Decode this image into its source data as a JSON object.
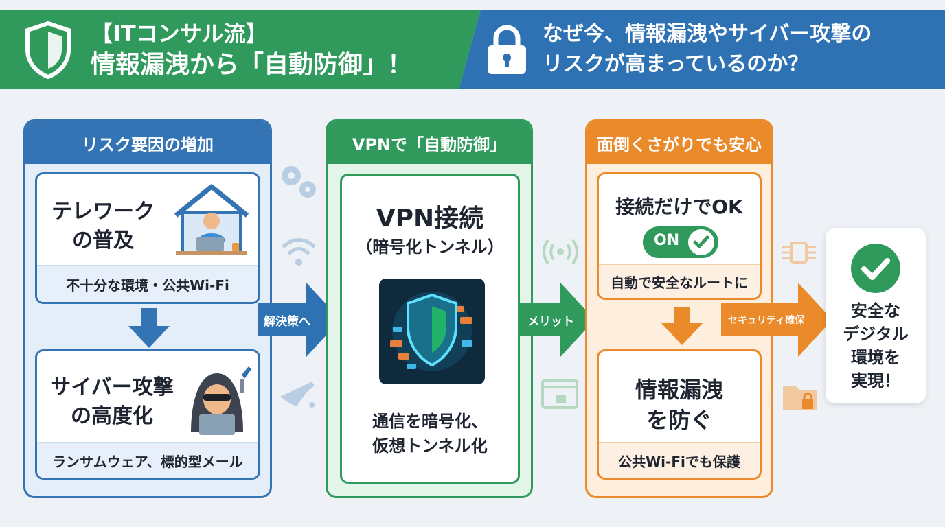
{
  "header": {
    "left_title_line1": "【ITコンサル流】",
    "left_title_line2": "情報漏洩から「自動防御」！",
    "right_title_line1": "なぜ今、情報漏洩やサイバー攻撃の",
    "right_title_line2": "リスクが高まっているのか？",
    "green": "#2f9a5c",
    "blue": "#2f72b4"
  },
  "risk_panel": {
    "title": "リスク要因の増加",
    "card1": {
      "line1": "テレワーク",
      "line2": "の普及",
      "caption": "不十分な環境・公共Wi-Fi",
      "icon": "remote-work-house-icon"
    },
    "card2": {
      "line1": "サイバー攻撃",
      "line2": "の高度化",
      "caption": "ランサムウェア、標的型メール",
      "icon": "hacker-icon"
    }
  },
  "vpn_panel": {
    "title": "VPNで「自動防御」",
    "heading": "VPN接続",
    "subheading": "（暗号化トンネル）",
    "desc_line1": "通信を暗号化、",
    "desc_line2": "仮想トンネル化",
    "icon": "vpn-shield-tunnel-icon"
  },
  "easy_panel": {
    "title": "面倒くさがりでも安心",
    "card1": {
      "heading": "接続だけでOK",
      "toggle_label": "ON",
      "caption": "自動で安全なルートに"
    },
    "card2": {
      "line1": "情報漏洩",
      "line2": "を防ぐ",
      "caption": "公共Wi-Fiでも保護"
    }
  },
  "arrows": {
    "to_vpn": "解決策へ",
    "to_easy": "メリット",
    "to_result": "セキュリティ確保"
  },
  "result": {
    "line1": "安全な",
    "line2": "デジタル",
    "line3": "環境を",
    "line4": "実現！",
    "icon": "check-circle-icon"
  },
  "colors": {
    "blue": "#3474b4",
    "green": "#2f9a5c",
    "orange": "#eb8a2a"
  }
}
